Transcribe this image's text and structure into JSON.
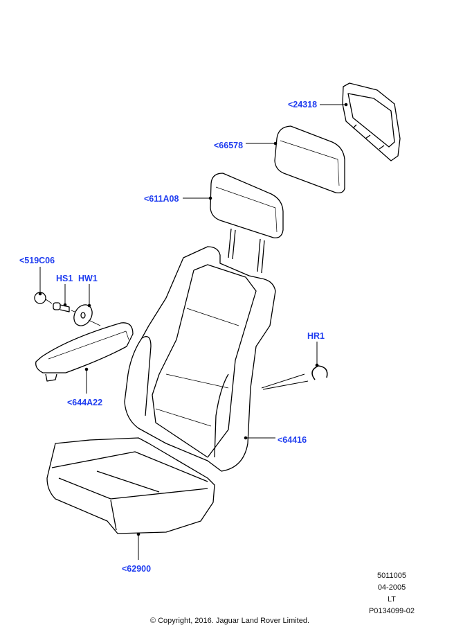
{
  "callouts": {
    "c24318": "<24318",
    "c66578": "<66578",
    "c611A08": "<611A08",
    "c519C06": "<519C06",
    "hs1": "HS1",
    "hw1": "HW1",
    "c644A22": "<644A22",
    "hr1": "HR1",
    "c64416": "<64416",
    "c62900": "<62900"
  },
  "meta": {
    "code": "5011005",
    "date": "04-2005",
    "side": "LT",
    "ref": "P0134099-02"
  },
  "copyright": "© Copyright, 2016. Jaguar Land Rover Limited.",
  "colors": {
    "callout": "#1f3df0",
    "line": "#000000"
  }
}
